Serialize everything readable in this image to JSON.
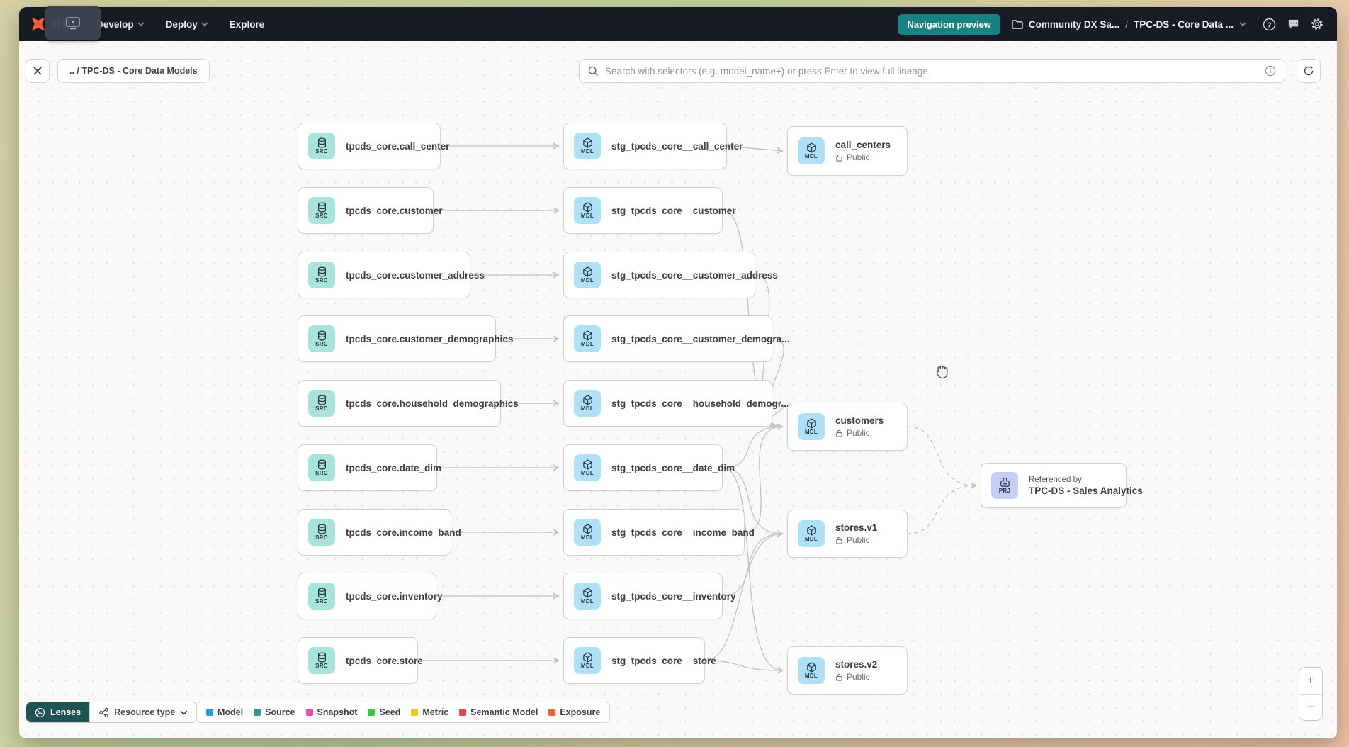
{
  "navbar": {
    "brand": "dbt",
    "items": [
      {
        "label": "Develop",
        "caret": true
      },
      {
        "label": "Deploy",
        "caret": true
      },
      {
        "label": "Explore",
        "caret": false
      }
    ],
    "preview_label": "Navigation preview",
    "breadcrumb": {
      "project": "Community DX Sa...",
      "separator": "/",
      "page": "TPC-DS - Core Data ..."
    },
    "icons": [
      "help-icon",
      "feedback-icon",
      "gear-icon"
    ]
  },
  "toolbar": {
    "close_label": "close",
    "breadcrumb": ".. / TPC-DS - Core Data Models",
    "search_placeholder": "Search with selectors (e.g. model_name+) or press Enter to view full lineage"
  },
  "graph": {
    "nodes": [
      {
        "id": "s1",
        "kind": "source",
        "badge": "SRC",
        "label": "tpcds_core.call_center"
      },
      {
        "id": "s2",
        "kind": "source",
        "badge": "SRC",
        "label": "tpcds_core.customer"
      },
      {
        "id": "s3",
        "kind": "source",
        "badge": "SRC",
        "label": "tpcds_core.customer_address"
      },
      {
        "id": "s4",
        "kind": "source",
        "badge": "SRC",
        "label": "tpcds_core.customer_demographics"
      },
      {
        "id": "s5",
        "kind": "source",
        "badge": "SRC",
        "label": "tpcds_core.household_demographics"
      },
      {
        "id": "s6",
        "kind": "source",
        "badge": "SRC",
        "label": "tpcds_core.date_dim"
      },
      {
        "id": "s7",
        "kind": "source",
        "badge": "SRC",
        "label": "tpcds_core.income_band"
      },
      {
        "id": "s8",
        "kind": "source",
        "badge": "SRC",
        "label": "tpcds_core.inventory"
      },
      {
        "id": "s9",
        "kind": "source",
        "badge": "SRC",
        "label": "tpcds_core.store"
      },
      {
        "id": "m1",
        "kind": "model",
        "badge": "MDL",
        "label": "stg_tpcds_core__call_center"
      },
      {
        "id": "m2",
        "kind": "model",
        "badge": "MDL",
        "label": "stg_tpcds_core__customer"
      },
      {
        "id": "m3",
        "kind": "model",
        "badge": "MDL",
        "label": "stg_tpcds_core__customer_address"
      },
      {
        "id": "m4",
        "kind": "model",
        "badge": "MDL",
        "label": "stg_tpcds_core__customer_demogra..."
      },
      {
        "id": "m5",
        "kind": "model",
        "badge": "MDL",
        "label": "stg_tpcds_core__household_demogr..."
      },
      {
        "id": "m6",
        "kind": "model",
        "badge": "MDL",
        "label": "stg_tpcds_core__date_dim"
      },
      {
        "id": "m7",
        "kind": "model",
        "badge": "MDL",
        "label": "stg_tpcds_core__income_band"
      },
      {
        "id": "m8",
        "kind": "model",
        "badge": "MDL",
        "label": "stg_tpcds_core__inventory"
      },
      {
        "id": "m9",
        "kind": "model",
        "badge": "MDL",
        "label": "stg_tpcds_core__store"
      },
      {
        "id": "call_centers",
        "kind": "model",
        "badge": "MDL",
        "label": "call_centers",
        "sublabel": "Public"
      },
      {
        "id": "customers",
        "kind": "model",
        "badge": "MDL",
        "label": "customers",
        "sublabel": "Public"
      },
      {
        "id": "stores_v1",
        "kind": "model",
        "badge": "MDL",
        "label": "stores.v1",
        "sublabel": "Public"
      },
      {
        "id": "stores_v2",
        "kind": "model",
        "badge": "MDL",
        "label": "stores.v2",
        "sublabel": "Public"
      },
      {
        "id": "prj",
        "kind": "project",
        "badge": "PRJ",
        "toplabel": "Referenced by",
        "label": "TPC-DS - Sales Analytics"
      }
    ],
    "edges": [
      {
        "from": "s1",
        "to": "m1",
        "style": "solid"
      },
      {
        "from": "s2",
        "to": "m2",
        "style": "solid"
      },
      {
        "from": "s3",
        "to": "m3",
        "style": "solid"
      },
      {
        "from": "s4",
        "to": "m4",
        "style": "solid"
      },
      {
        "from": "s5",
        "to": "m5",
        "style": "solid"
      },
      {
        "from": "s6",
        "to": "m6",
        "style": "solid"
      },
      {
        "from": "s7",
        "to": "m7",
        "style": "solid"
      },
      {
        "from": "s8",
        "to": "m8",
        "style": "solid"
      },
      {
        "from": "s9",
        "to": "m9",
        "style": "solid"
      },
      {
        "from": "m1",
        "to": "call_centers",
        "style": "solid"
      },
      {
        "from": "m2",
        "to": "customers",
        "style": "solid"
      },
      {
        "from": "m3",
        "to": "customers",
        "style": "solid"
      },
      {
        "from": "m4",
        "to": "customers",
        "style": "solid"
      },
      {
        "from": "m5",
        "to": "customers",
        "style": "solid"
      },
      {
        "from": "m6",
        "to": "customers",
        "style": "solid"
      },
      {
        "from": "m7",
        "to": "customers",
        "style": "solid"
      },
      {
        "from": "m6",
        "to": "stores_v1",
        "style": "solid"
      },
      {
        "from": "m8",
        "to": "stores_v1",
        "style": "solid"
      },
      {
        "from": "m9",
        "to": "stores_v1",
        "style": "solid"
      },
      {
        "from": "m6",
        "to": "stores_v2",
        "style": "solid"
      },
      {
        "from": "m9",
        "to": "stores_v2",
        "style": "solid"
      },
      {
        "from": "customers",
        "to": "prj",
        "style": "dashed"
      },
      {
        "from": "stores_v1",
        "to": "prj",
        "style": "dashed"
      }
    ]
  },
  "legend": {
    "lenses_label": "Lenses",
    "resource_label": "Resource type",
    "items": [
      {
        "label": "Model",
        "color": "#1e9de4"
      },
      {
        "label": "Source",
        "color": "#39958c"
      },
      {
        "label": "Snapshot",
        "color": "#e54cc0"
      },
      {
        "label": "Seed",
        "color": "#36c93c"
      },
      {
        "label": "Metric",
        "color": "#f2c71c"
      },
      {
        "label": "Semantic Model",
        "color": "#e8434a"
      },
      {
        "label": "Exposure",
        "color": "#f05f38"
      }
    ]
  },
  "zoom_controls": {
    "zoom_in": "+",
    "zoom_out": "−"
  },
  "colors": {
    "navbar_bg": "#161b26",
    "accent_teal": "#178282",
    "lenses_bg": "#1f5353",
    "source_icon_bg": "#a9e4dc",
    "model_icon_bg": "#aee1f7",
    "project_icon_bg": "#c5cdf8",
    "edge": "#c3c1bd",
    "canvas_bg": "#faf9f7",
    "brand_orange": "#ff5c35"
  }
}
